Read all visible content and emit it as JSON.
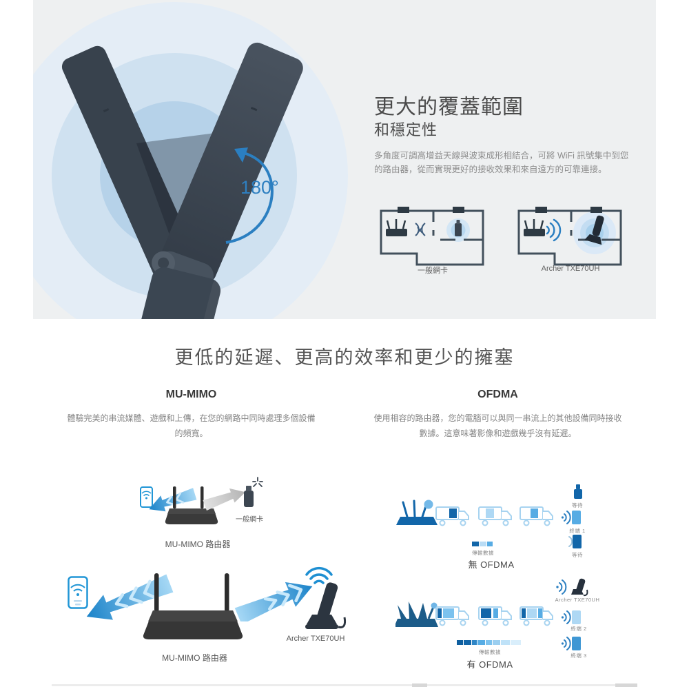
{
  "banner": {
    "heading_line1": "更大的覆蓋範圍",
    "heading_line2": "和穩定性",
    "body_line1": "多角度可調高增益天線與波束成形相結合，可將 WiFi 訊號集中到您",
    "body_line2": "的路由器，從而實現更好的接收效果和來自遠方的可靠連接。",
    "rotation_label": "180°",
    "houses": {
      "left_caption": "一般網卡",
      "right_caption": "Archer TXE70UH"
    }
  },
  "section": {
    "title": "更低的延遲、更高的效率和更少的擁塞",
    "mu_mimo": {
      "heading": "MU-MIMO",
      "body_line1": "體驗完美的串流媒體、遊戲和上傳，在您的網路中同時處理多個設備",
      "body_line2": "的頻寬。"
    },
    "ofdma": {
      "heading": "OFDMA",
      "body_line1": "使用相容的路由器，您的電腦可以與同一串流上的其他設備同時接收",
      "body_line2": "數據。這意味著影像和遊戲幾乎沒有延遲。"
    }
  },
  "mu_mimo_diagrams": {
    "top": {
      "adapter_label": "一般網卡",
      "caption": "MU-MIMO 路由器"
    },
    "bottom": {
      "device_label": "Archer TXE70UH",
      "caption": "MU-MIMO 路由器"
    }
  },
  "ofdma_diagrams": {
    "without": {
      "bar_label": "傳輸數據",
      "caption": "無 OFDMA",
      "device1_label": "等待",
      "device2_label": "終端 1",
      "device3_label": "等待"
    },
    "with": {
      "bar_label": "傳輸數據",
      "caption": "有 OFDMA",
      "device1_label": "Archer TXE70UH",
      "device2_label": "終端 2",
      "device3_label": "終端 3"
    }
  },
  "colors": {
    "accent_blue": "#2b7fc1",
    "dark_blue": "#1266a9",
    "mid_blue": "#57ace4",
    "light_blue": "#aed8f4",
    "banner_bg": "#eef0f1"
  }
}
